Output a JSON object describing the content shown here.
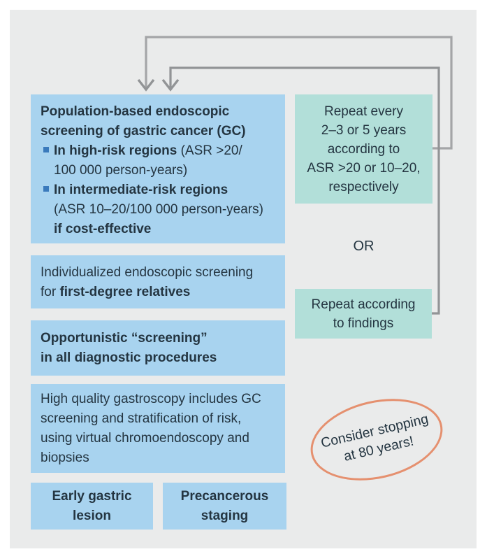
{
  "colors": {
    "panel": "#eaebeb",
    "box_blue": "#a8d3ef",
    "box_teal": "#b2dfd9",
    "text": "#243541",
    "bullet": "#3a7abc",
    "arrow_light": "#a4a5a7",
    "arrow_dark": "#929496",
    "accent_orange": "#e5906f"
  },
  "labels": {
    "or": "OR"
  },
  "boxes": {
    "population": {
      "lines": [
        {
          "seg": [
            {
              "t": "Population-based endoscopic",
              "b": 1
            }
          ]
        },
        {
          "seg": [
            {
              "t": "screening of gastric cancer (GC)",
              "b": 1
            }
          ]
        },
        {
          "bullet": 1,
          "seg": [
            {
              "t": "In high-risk regions",
              "b": 1
            },
            {
              "t": " (ASR >20/",
              "b": 0
            }
          ]
        },
        {
          "indent": 1,
          "seg": [
            {
              "t": "100 000 person-years)",
              "b": 0
            }
          ]
        },
        {
          "bullet": 1,
          "seg": [
            {
              "t": "In intermediate-risk regions",
              "b": 1
            }
          ]
        },
        {
          "indent": 1,
          "seg": [
            {
              "t": "(ASR 10–20/100 000 person-years)",
              "b": 0
            }
          ]
        },
        {
          "indent": 1,
          "seg": [
            {
              "t": "if cost-effective",
              "b": 1
            }
          ]
        }
      ]
    },
    "individualized": {
      "lines": [
        {
          "seg": [
            {
              "t": "Individualized endoscopic screening",
              "b": 0
            }
          ]
        },
        {
          "seg": [
            {
              "t": "for ",
              "b": 0
            },
            {
              "t": "first-degree relatives",
              "b": 1
            }
          ]
        }
      ]
    },
    "opportunistic": {
      "lines": [
        {
          "seg": [
            {
              "t": "Opportunistic “screening”",
              "b": 1
            }
          ]
        },
        {
          "seg": [
            {
              "t": "in all diagnostic procedures",
              "b": 1
            }
          ]
        }
      ]
    },
    "gastroscopy": {
      "lines": [
        {
          "seg": [
            {
              "t": "High quality gastroscopy includes GC",
              "b": 0
            }
          ]
        },
        {
          "seg": [
            {
              "t": "screening and stratification of risk,",
              "b": 0
            }
          ]
        },
        {
          "seg": [
            {
              "t": "using virtual chromoendoscopy and",
              "b": 0
            }
          ]
        },
        {
          "seg": [
            {
              "t": "biopsies",
              "b": 0
            }
          ]
        }
      ]
    },
    "early_gastric": {
      "lines": [
        {
          "seg": [
            {
              "t": "Early gastric",
              "b": 1
            }
          ]
        },
        {
          "seg": [
            {
              "t": "lesion",
              "b": 1
            }
          ]
        }
      ]
    },
    "precancerous": {
      "lines": [
        {
          "seg": [
            {
              "t": "Precancerous",
              "b": 1
            }
          ]
        },
        {
          "seg": [
            {
              "t": "staging",
              "b": 1
            }
          ]
        }
      ]
    },
    "repeat_every": {
      "lines": [
        {
          "seg": [
            {
              "t": "Repeat every",
              "b": 0
            }
          ]
        },
        {
          "seg": [
            {
              "t": "2–3 or 5 years",
              "b": 0
            }
          ]
        },
        {
          "seg": [
            {
              "t": "according to",
              "b": 0
            }
          ]
        },
        {
          "seg": [
            {
              "t": "ASR >20 or 10–20,",
              "b": 0
            }
          ]
        },
        {
          "seg": [
            {
              "t": "respectively",
              "b": 0
            }
          ]
        }
      ]
    },
    "repeat_findings": {
      "lines": [
        {
          "seg": [
            {
              "t": "Repeat according",
              "b": 0
            }
          ]
        },
        {
          "seg": [
            {
              "t": "to findings",
              "b": 0
            }
          ]
        }
      ]
    },
    "stop_note": {
      "lines": [
        {
          "seg": [
            {
              "t": "Consider stopping",
              "b": 0
            }
          ]
        },
        {
          "seg": [
            {
              "t": "at 80 years!",
              "b": 0
            }
          ]
        }
      ]
    }
  }
}
